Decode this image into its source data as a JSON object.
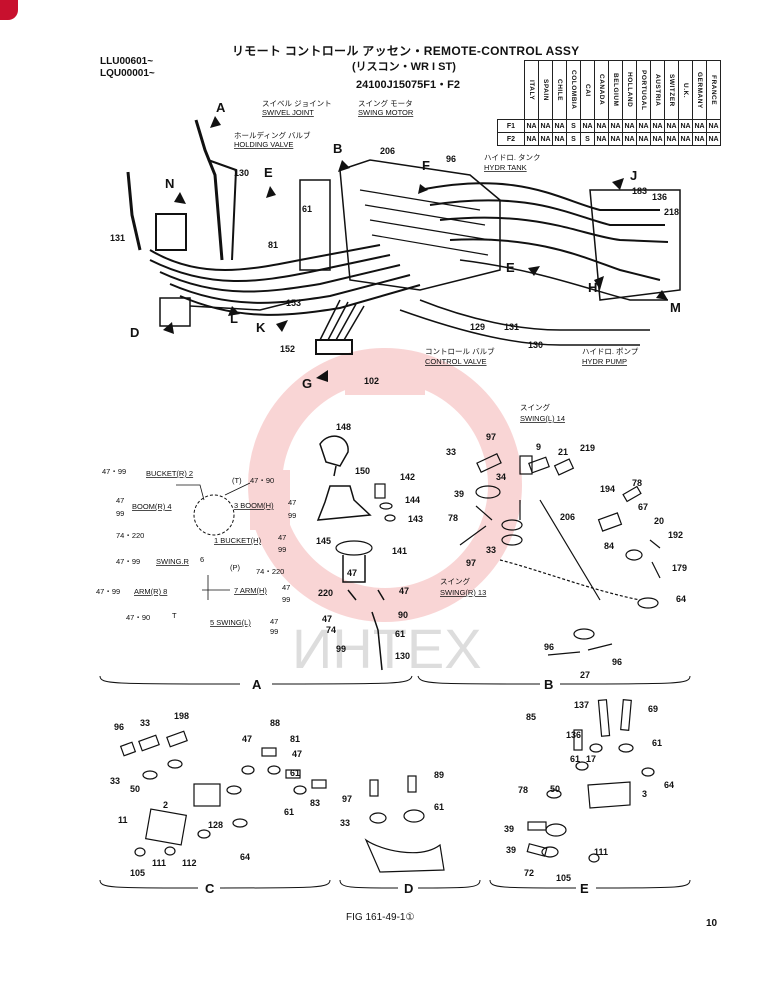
{
  "header": {
    "title": "リモート コントロール アッセン・REMOTE-CONTROL ASSY",
    "subtitle": "(リスコン・WR I ST)",
    "part_no": "24100J15075F1・F2",
    "serials": [
      "LLU00601~",
      "LQU00001~"
    ]
  },
  "country_table": {
    "countries": [
      "ITALY",
      "SPAIN",
      "CHILE",
      "COLOMBIA",
      "CAI",
      "CANADA",
      "BELGIUM",
      "HOLLAND",
      "PORTUGAL",
      "AUSTRIA",
      "SWITZER",
      "U.K.",
      "GERMANY",
      "FRANCE"
    ],
    "rows": [
      {
        "label": "F1",
        "values": [
          "NA",
          "NA",
          "NA",
          "S",
          "NA",
          "NA",
          "NA",
          "NA",
          "NA",
          "NA",
          "NA",
          "NA",
          "NA",
          "NA"
        ]
      },
      {
        "label": "F2",
        "values": [
          "NA",
          "NA",
          "NA",
          "S",
          "S",
          "NA",
          "NA",
          "NA",
          "NA",
          "NA",
          "NA",
          "NA",
          "NA",
          "NA"
        ]
      }
    ]
  },
  "callouts": {
    "swivel_joint_jp": "スイベル ジョイント",
    "swivel_joint": "SWIVEL JOINT",
    "swing_motor_jp": "スイング モータ",
    "swing_motor": "SWING MOTOR",
    "holding_valve_jp": "ホールディング バルブ",
    "holding_valve": "HOLDING VALVE",
    "hydr_tank_jp": "ハイドロ. タンク",
    "hydr_tank": "HYDR TANK",
    "control_valve_jp": "コントロール バルブ",
    "control_valve": "CONTROL VALVE",
    "hydr_pump_jp": "ハイドロ. ポンプ",
    "hydr_pump": "HYDR PUMP",
    "swing_l_jp": "スイング",
    "swing_l": "SWING(L) 14",
    "swing_r_jp": "スイング",
    "swing_r": "SWING(R) 13"
  },
  "view_letters": [
    "A",
    "B",
    "C",
    "D",
    "E",
    "F",
    "H",
    "J",
    "K",
    "L",
    "M",
    "N",
    "G"
  ],
  "ports_a": {
    "bucket_r": "BUCKET(R) 2",
    "t_label": "(T)",
    "boom_r": "BOOM(R) 4",
    "boom_h": "3 BOOM(H)",
    "bucket_h": "1 BUCKET(H)",
    "swing_r": "SWING.R",
    "swing_r_no": "6",
    "arm_r": "ARM(R) 8",
    "arm_h": "7 ARM(H)",
    "swing_l": "5 SWING(L)",
    "p_label": "(P)",
    "t_box": "T",
    "ref_4799": "47・99",
    "ref_4790": "47・90",
    "ref_74220": "74・220",
    "ref_47": "47",
    "ref_99": "99"
  },
  "section_labels": [
    "A",
    "B",
    "C",
    "D",
    "E"
  ],
  "figure_caption": "FIG 161-49-1①",
  "page_number": "10",
  "watermark": "ИНТЕХ"
}
